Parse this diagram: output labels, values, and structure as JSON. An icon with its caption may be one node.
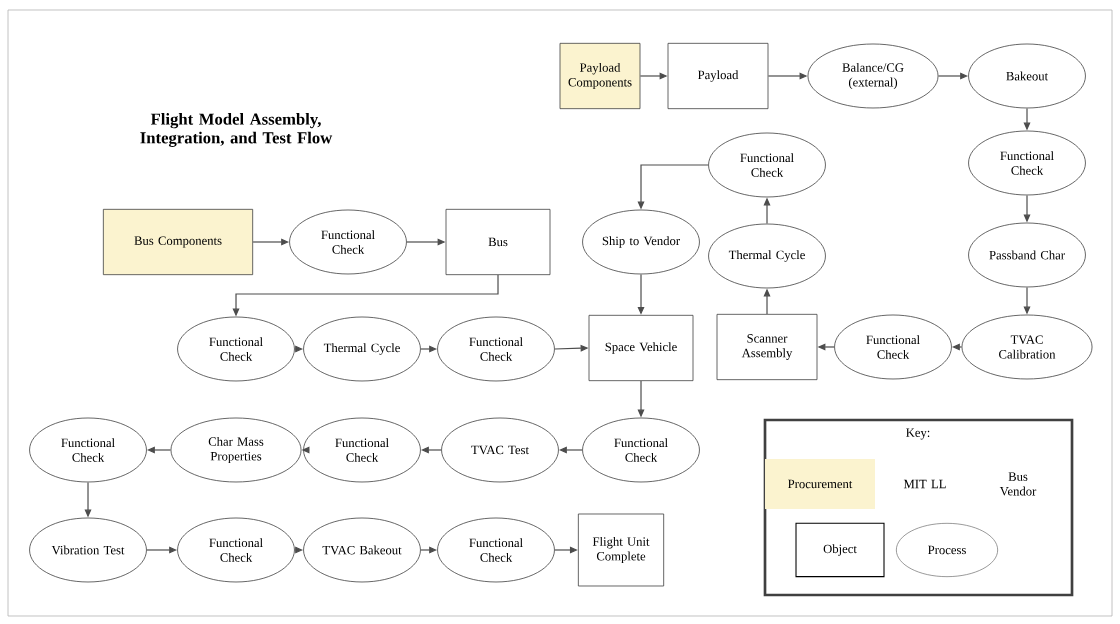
{
  "diagram": {
    "title": "Flight Model Assembly, Integration, and Test Flow",
    "nodes": [
      {
        "text": [
          "Payload Components"
        ]
      },
      {
        "text": [
          "Payload"
        ]
      },
      {
        "text": [
          "Balance/CG (external)"
        ]
      },
      {
        "text": [
          "Bakeout"
        ]
      },
      {
        "text": [
          "Functional Check"
        ]
      },
      {
        "text": [
          "Passband Char"
        ]
      },
      {
        "text": [
          "TVAC Calibration"
        ]
      },
      {
        "text": [
          "Functional Check"
        ]
      },
      {
        "text": [
          "Scanner Assembly"
        ]
      },
      {
        "text": [
          "Thermal Cycle"
        ]
      },
      {
        "text": [
          "Functional Check"
        ]
      },
      {
        "text": [
          "Ship to Vendor"
        ]
      },
      {
        "text": [
          "Space Vehicle"
        ]
      },
      {
        "text": [
          "Bus Components"
        ]
      },
      {
        "text": [
          "Functional Check"
        ]
      },
      {
        "text": [
          "Bus"
        ]
      },
      {
        "text": [
          "Functional Check"
        ]
      },
      {
        "text": [
          "Thermal Cycle"
        ]
      },
      {
        "text": [
          "Functional Check"
        ]
      },
      {
        "text": [
          "Functional Check"
        ]
      },
      {
        "text": [
          "TVAC Test"
        ]
      },
      {
        "text": [
          "Functional Check"
        ]
      },
      {
        "text": [
          "Char Mass Properties"
        ]
      },
      {
        "text": [
          "Functional Check"
        ]
      },
      {
        "text": [
          "Vibration Test"
        ]
      },
      {
        "text": [
          "Functional Check"
        ]
      },
      {
        "text": [
          "TVAC Bakeout"
        ]
      },
      {
        "text": [
          "Functional Check"
        ]
      },
      {
        "text": [
          "Flight Unit Complete"
        ]
      }
    ],
    "edges": [
      {
        "from": 0,
        "to": 1,
        "arrow": "to"
      },
      {
        "from": 1,
        "to": 2,
        "arrow": "to"
      },
      {
        "from": 2,
        "to": 3,
        "arrow": "to"
      },
      {
        "from": 3,
        "to": 4,
        "arrow": "to"
      },
      {
        "from": 4,
        "to": 5,
        "arrow": "to"
      },
      {
        "from": 5,
        "to": 6,
        "arrow": "to"
      },
      {
        "from": 6,
        "to": 7,
        "arrow": "to"
      },
      {
        "from": 7,
        "to": 8,
        "arrow": "to"
      },
      {
        "from": 8,
        "to": 9,
        "arrow": "to"
      },
      {
        "from": 9,
        "to": 10,
        "arrow": "to"
      },
      {
        "from": 10,
        "to": 11,
        "arrow": "to"
      },
      {
        "from": 11,
        "to": 12,
        "arrow": "to"
      },
      {
        "from": 13,
        "to": 14,
        "arrow": "to"
      },
      {
        "from": 14,
        "to": 15,
        "arrow": "to"
      },
      {
        "from": 15,
        "to": 16,
        "arrow": "to"
      },
      {
        "from": 16,
        "to": 17,
        "arrow": "to"
      },
      {
        "from": 17,
        "to": 18,
        "arrow": "to"
      },
      {
        "from": 18,
        "to": 12,
        "arrow": "to"
      },
      {
        "from": 12,
        "to": 19,
        "arrow": "to"
      },
      {
        "from": 19,
        "to": 20,
        "arrow": "to"
      },
      {
        "from": 20,
        "to": 21,
        "arrow": "to"
      },
      {
        "from": 21,
        "to": 22,
        "arrow": "to"
      },
      {
        "from": 22,
        "to": 23,
        "arrow": "to"
      },
      {
        "from": 23,
        "to": 24,
        "arrow": "to"
      },
      {
        "from": 24,
        "to": 25,
        "arrow": "to"
      },
      {
        "from": 25,
        "to": 26,
        "arrow": "to"
      },
      {
        "from": 26,
        "to": 27,
        "arrow": "to"
      },
      {
        "from": 27,
        "to": 28,
        "arrow": "to"
      }
    ],
    "labels": [
      "Key:"
    ],
    "legend": [
      {
        "text": "Procurement",
        "color": "#fbf3cf"
      },
      {
        "text": "MIT LL"
      },
      {
        "text": "Bus Vendor"
      },
      {
        "text": "Object"
      },
      {
        "text": "Process"
      }
    ]
  }
}
